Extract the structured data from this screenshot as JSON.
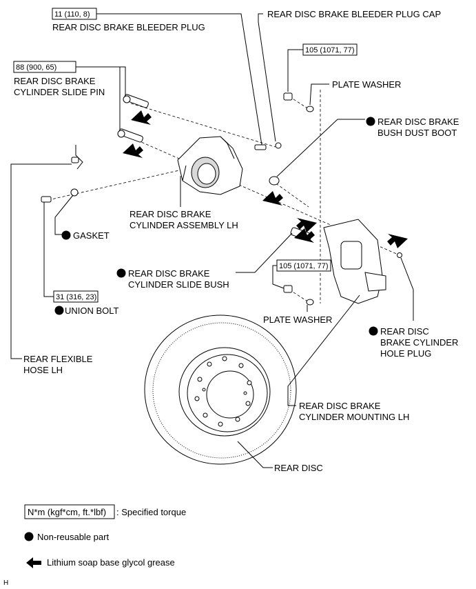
{
  "labels": {
    "bleeder_plug_torque": "11 (110, 8)",
    "bleeder_plug": "REAR DISC BRAKE BLEEDER PLUG",
    "bleeder_plug_cap": "REAR DISC BRAKE BLEEDER PLUG CAP",
    "slide_pin_torque": "88 (900, 65)",
    "slide_pin_line1": "REAR DISC BRAKE",
    "slide_pin_line2": "CYLINDER SLIDE PIN",
    "mount_torque_top": "105 (1071, 77)",
    "plate_washer_top": "PLATE WASHER",
    "bush_dust_boot_line1": "REAR DISC BRAKE",
    "bush_dust_boot_line2": "BUSH DUST BOOT",
    "cylinder_assembly_line1": "REAR DISC BRAKE",
    "cylinder_assembly_line2": "CYLINDER ASSEMBLY LH",
    "gasket": "GASKET",
    "slide_bush_line1": "REAR DISC BRAKE",
    "slide_bush_line2": "CYLINDER SLIDE BUSH",
    "mount_torque_bottom": "105 (1071, 77)",
    "union_bolt_torque": "31 (316, 23)",
    "union_bolt": "UNION BOLT",
    "plate_washer_bottom": "PLATE WASHER",
    "hole_plug_line1": "REAR DISC",
    "hole_plug_line2": "BRAKE CYLINDER",
    "hole_plug_line3": "HOLE PLUG",
    "flexible_hose_line1": "REAR FLEXIBLE",
    "flexible_hose_line2": "HOSE LH",
    "mounting_line1": "REAR DISC BRAKE",
    "mounting_line2": "CYLINDER MOUNTING LH",
    "rear_disc": "REAR DISC"
  },
  "legend": {
    "torque_box": "N*m (kgf*cm, ft.*lbf)",
    "torque_text": ": Specified torque",
    "non_reusable": "Non-reusable part",
    "grease": "Lithium soap base glycol grease"
  },
  "corner_mark": "H"
}
